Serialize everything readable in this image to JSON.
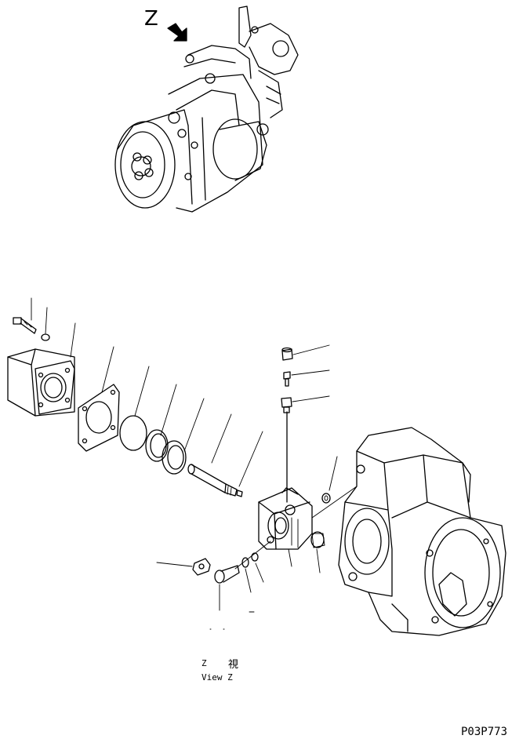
{
  "view_marker": "Z",
  "view_caption": {
    "line1_left": "Z",
    "line1_right": "視",
    "line2": "View Z"
  },
  "drawing_number": "P03P773",
  "colors": {
    "ink": "#000000",
    "paper": "#ffffff"
  }
}
